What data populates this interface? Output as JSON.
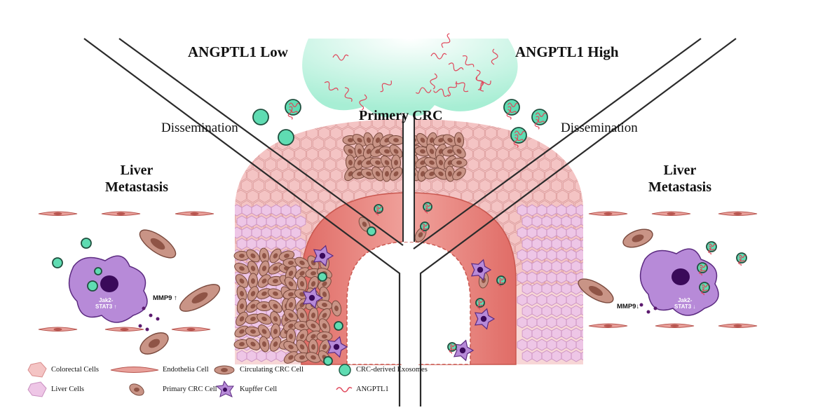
{
  "titles": {
    "low": "ANGPTL1 Low",
    "high": "ANGPTL1 High",
    "primary": "Primery CRC"
  },
  "labels": {
    "dissemination_left": "Dissemination",
    "dissemination_right": "Dissemination",
    "liver_left": [
      "Liver",
      "Metastasis"
    ],
    "liver_right": [
      "Liver",
      "Metastasis"
    ],
    "mmp9_left": "MMP9",
    "mmp9_right": "MMP9",
    "jak_left": [
      "Jak2-",
      "STAT3"
    ],
    "jak_right": [
      "Jak2-",
      "STAT3"
    ]
  },
  "legend": {
    "colorectal": "Colorectal Cells",
    "liver": "Liver Cells",
    "endothelia": "Endothelia Cell",
    "primary_crc": "Primary CRC Cell",
    "circulating": "Circulating CRC Cell",
    "kupffer": "Kupffer Cell",
    "exosomes": "CRC-derived Exosomes",
    "angptl1": "ANGPTL1"
  },
  "colors": {
    "exosome": "#5fdcb2",
    "cloud": "#b8f2dc",
    "colorectal_cell": "#f4c4c4",
    "liver_cell": "#eec6e6",
    "vessel": "#e8847e",
    "kupffer": "#b78ad8",
    "crc_cell": "#c99486",
    "angptl1": "#e0465a"
  },
  "icons": [
    "colorectal-cell-icon",
    "liver-cell-icon",
    "endothelia-cell-icon",
    "primary-crc-cell-icon",
    "circulating-crc-cell-icon",
    "kupffer-cell-icon",
    "exosome-icon",
    "angptl1-icon"
  ]
}
